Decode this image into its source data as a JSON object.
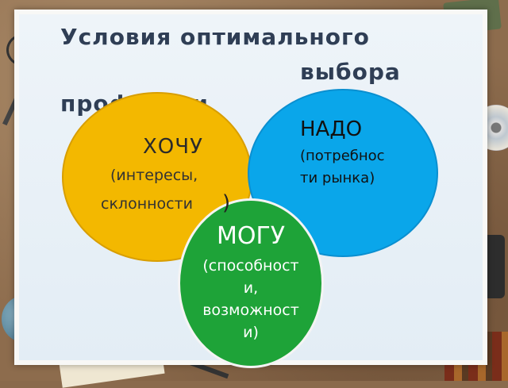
{
  "slide": {
    "title_line1": "Условия оптимального",
    "title_line2": "выбора",
    "title_line3": "профессии"
  },
  "circles": {
    "want": {
      "main": "ХОЧУ",
      "sub1": "(интересы,",
      "sub2": "склонности",
      "paren": ")",
      "color": "#f3b800"
    },
    "need": {
      "main": "НАДО",
      "sub1": "(потребнос",
      "sub2": "ти рынка)",
      "color": "#0aa6ea"
    },
    "can": {
      "main": "МОГУ",
      "line1": "(способност",
      "line2": "и,",
      "line3": "возможност",
      "line4": "и)",
      "color": "#1ea338"
    }
  },
  "decor": [
    "globe-icon",
    "cd-icon",
    "calculator-icon",
    "glasses-icon",
    "compass-icon",
    "book-icon",
    "microscope-icon",
    "books-icon",
    "pen-icon",
    "photo-icon",
    "letter-icon"
  ]
}
